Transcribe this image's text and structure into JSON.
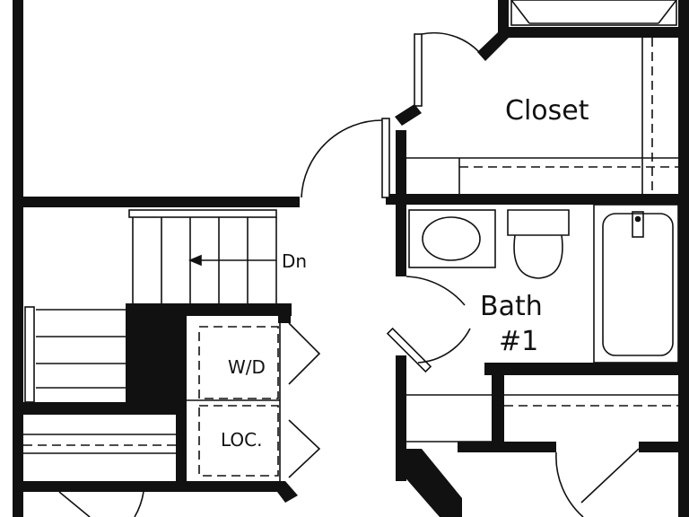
{
  "rooms": {
    "closet": "Closet",
    "bath_line1": "Bath",
    "bath_line2": "#1",
    "wd": "W/D",
    "loc": "LOC."
  },
  "stairs": {
    "direction_label": "Dn"
  },
  "colors": {
    "wall": "#111111",
    "line": "#111111",
    "background": "#ffffff"
  }
}
